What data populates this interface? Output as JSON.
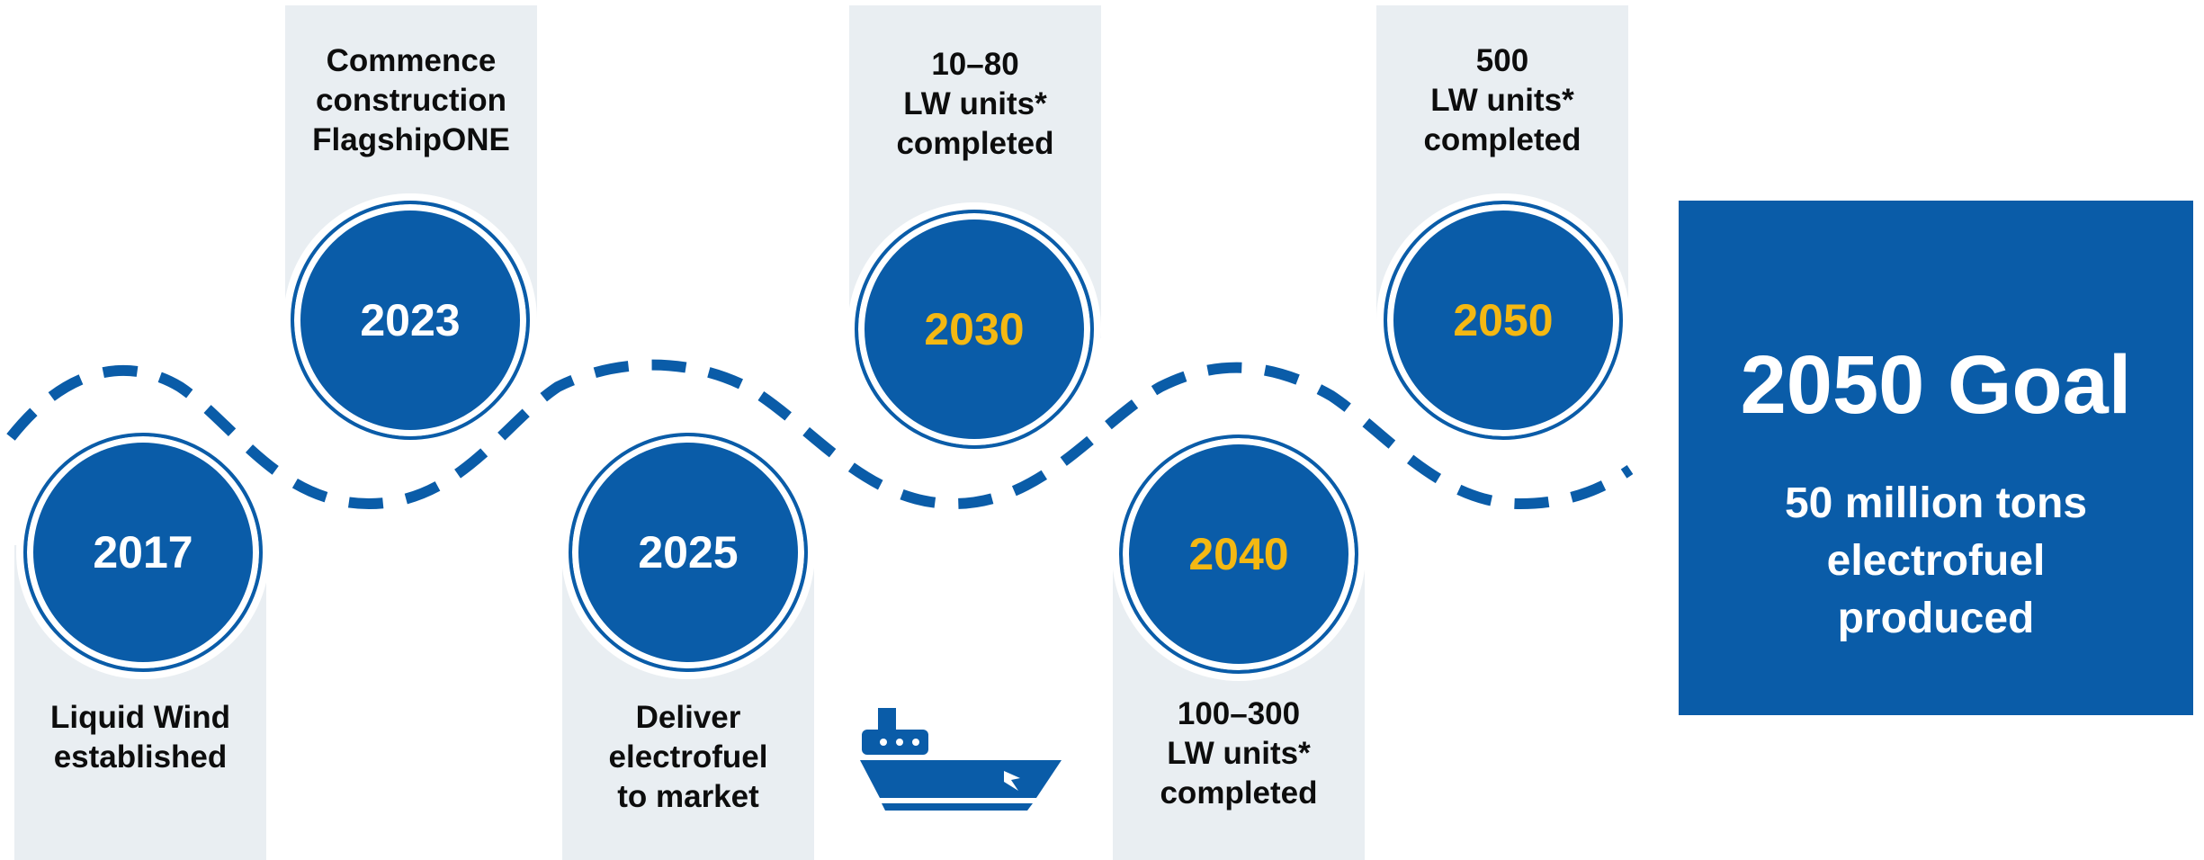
{
  "colors": {
    "brand_blue": "#0a5ca8",
    "future_yellow": "#f4b812",
    "panel_gray": "#e9eef2"
  },
  "milestones": [
    {
      "year": "2017",
      "lines": [
        "Liquid Wind",
        "established"
      ],
      "future": false
    },
    {
      "year": "2023",
      "lines": [
        "Commence",
        "construction",
        "FlagshipONE"
      ],
      "future": false
    },
    {
      "year": "2025",
      "lines": [
        "Deliver",
        "electrofuel",
        "to market"
      ],
      "future": false
    },
    {
      "year": "2030",
      "lines": [
        "10–80",
        "LW units*",
        "completed"
      ],
      "future": true
    },
    {
      "year": "2040",
      "lines": [
        "100–300",
        "LW units*",
        "completed"
      ],
      "future": true
    },
    {
      "year": "2050",
      "lines": [
        "500",
        "LW units*",
        "completed"
      ],
      "future": true
    }
  ],
  "goal": {
    "title": "2050 Goal",
    "subtitle_lines": [
      "50 million tons",
      "electrofuel",
      "produced"
    ]
  },
  "icons": {
    "ship": "cargo-ship-icon"
  }
}
